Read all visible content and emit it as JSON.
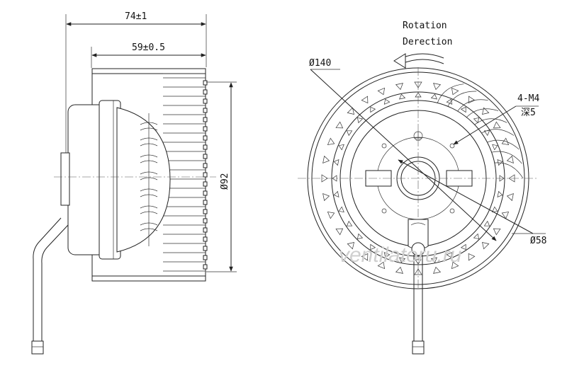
{
  "dimensions": {
    "overall_length": "74±1",
    "impeller_length": "59±0.5",
    "height": "Ø92",
    "outer_diameter": "Ø140",
    "inner_diameter": "Ø58",
    "mount_holes": "4-M4",
    "mount_depth": "深5"
  },
  "rotation": {
    "line1": "Rotation",
    "line2": "Derection"
  },
  "watermark": "ventilatoru.ru",
  "colors": {
    "line": "#222222",
    "watermark": "#cfcfcf",
    "background": "#ffffff"
  }
}
